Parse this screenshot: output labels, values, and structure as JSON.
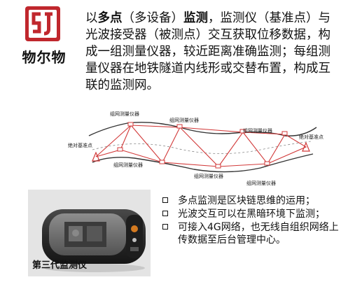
{
  "logo": {
    "brand": "物尔物",
    "accent": "#c0272d"
  },
  "intro": {
    "p1": "以",
    "b1": "多点",
    "p2": "（多设备）",
    "b2": "监测",
    "p3": "，监测仪（基准点）与光波接受器（被测点）交互获取位移数据，构成一组测量仪器，较近距离准确监测；每组测量仪器在地铁隧道内线形或交替布置，构成互联的监测网。"
  },
  "diagram": {
    "group_label": "组网测量仪器",
    "base_point_label": "绝对基准点",
    "colors": {
      "network": "#d23a3a",
      "tunnel": "#333333"
    }
  },
  "device": {
    "caption": "第三代监测仪"
  },
  "bullets": [
    "多点监测是区块链思维的运用；",
    "光波交互可以在黑暗环境下监测；",
    "可接入4G网络，也无线自组织网络上传数据至后台管理中心。"
  ]
}
